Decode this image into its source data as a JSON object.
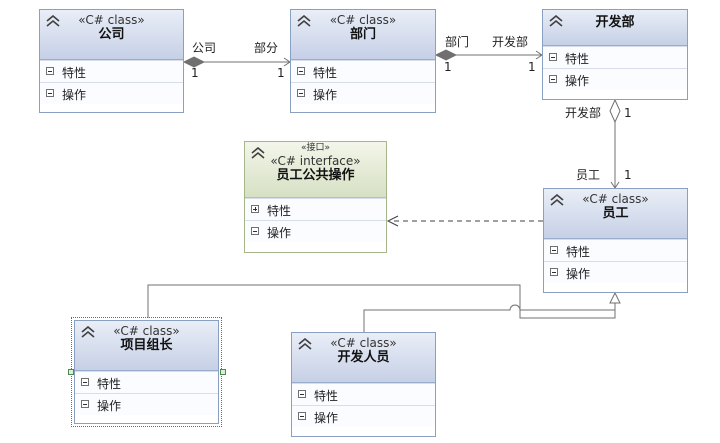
{
  "shapes": {
    "company": {
      "stereotype": "«C# class»",
      "name": "公司",
      "compartments": [
        "特性",
        "操作"
      ]
    },
    "department": {
      "stereotype": "«C# class»",
      "name": "部门",
      "compartments": [
        "特性",
        "操作"
      ]
    },
    "dev_dept": {
      "stereotype": "",
      "name": "开发部",
      "compartments": [
        "特性",
        "操作"
      ]
    },
    "interface": {
      "stereotype_top": "«接口»",
      "stereotype": "«C# interface»",
      "name": "员工公共操作",
      "compartments": [
        "特性",
        "操作"
      ]
    },
    "employee": {
      "stereotype": "«C# class»",
      "name": "员工",
      "compartments": [
        "特性",
        "操作"
      ]
    },
    "team_lead": {
      "stereotype": "«C# class»",
      "name": "项目组长",
      "compartments": [
        "特性",
        "操作"
      ]
    },
    "developer": {
      "stereotype": "«C# class»",
      "name": "开发人员",
      "compartments": [
        "特性",
        "操作"
      ]
    }
  },
  "connectors": {
    "company_department": {
      "source_role": "公司",
      "target_role": "部分",
      "source_mult": "1",
      "target_mult": "1"
    },
    "department_devdept": {
      "source_role": "部门",
      "target_role": "开发部",
      "source_mult": "1",
      "target_mult": "1"
    },
    "devdept_employee": {
      "source_role": "开发部",
      "target_role": "员工",
      "source_mult": "1",
      "target_mult": "1"
    }
  },
  "colors": {
    "class_header": "#c6d0e6",
    "interface_header": "#d7e0c4",
    "border": "#8aa0c0",
    "line": "#707070"
  }
}
